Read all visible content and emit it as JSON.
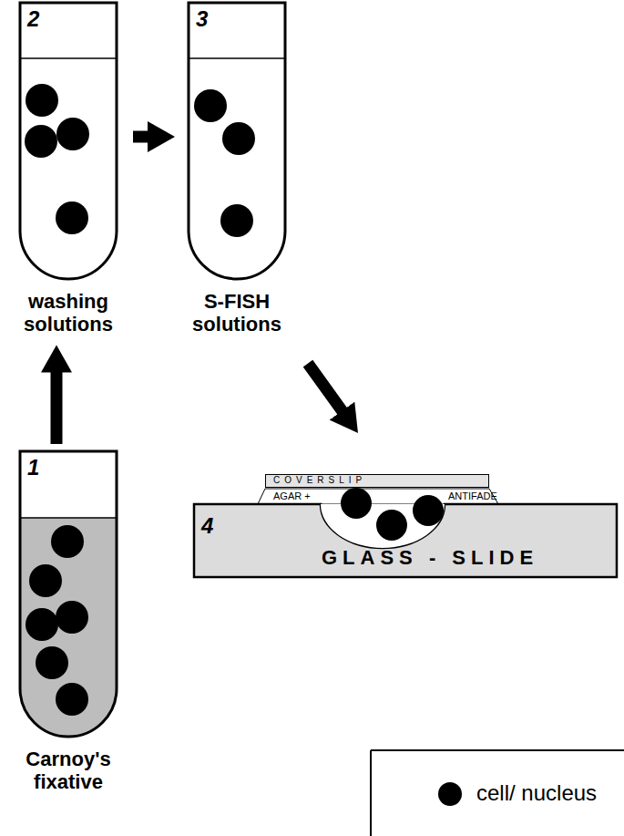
{
  "diagram": {
    "nodes": [
      {
        "text": [
          "1",
          "Carnoy's fixative"
        ]
      },
      {
        "text": [
          "2",
          "washing solutions"
        ]
      },
      {
        "text": [
          "3",
          "S-FISH solutions"
        ]
      },
      {
        "text": [
          "4",
          "GLASS - SLIDE"
        ]
      },
      {
        "text": [
          "COVERSLIP"
        ]
      }
    ],
    "edges": [
      {
        "from": 0,
        "to": 1,
        "arrow": "to"
      },
      {
        "from": 1,
        "to": 2,
        "arrow": "to"
      },
      {
        "from": 2,
        "to": 3,
        "arrow": "to"
      }
    ],
    "labels": [
      "AGAR +",
      "ANTIFADE"
    ],
    "legend": [
      {
        "text": "cell/ nucleus"
      }
    ]
  }
}
